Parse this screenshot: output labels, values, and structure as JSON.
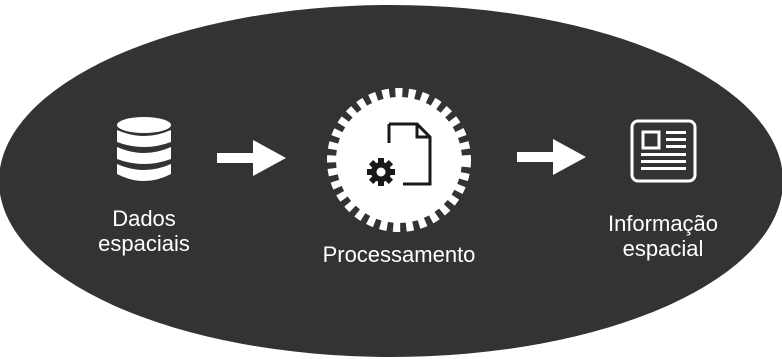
{
  "colors": {
    "background": "#ffffff",
    "ellipse": "#333333",
    "foreground": "#ffffff",
    "gear_icon": "#1a1a1a"
  },
  "steps": [
    {
      "icon": "database-icon",
      "label_lines": [
        "Dados",
        "espaciais"
      ]
    },
    {
      "icon": "gear-document-icon",
      "label_lines": [
        "Processamento"
      ]
    },
    {
      "icon": "newspaper-icon",
      "label_lines": [
        "Informação",
        "espacial"
      ]
    }
  ],
  "connectors": [
    {
      "icon": "right-arrow-icon"
    },
    {
      "icon": "right-arrow-icon"
    }
  ]
}
